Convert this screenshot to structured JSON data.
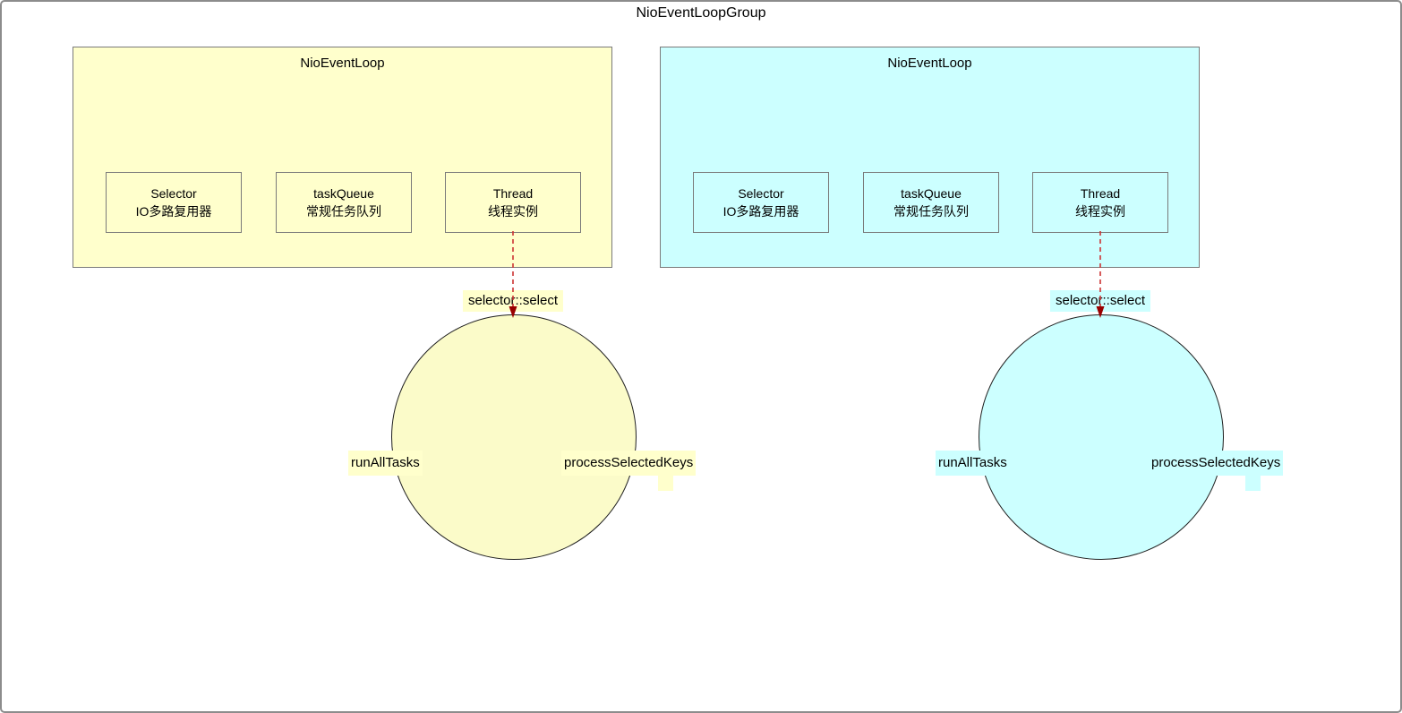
{
  "diagram": {
    "title": "NioEventLoopGroup",
    "colors": {
      "yellow_fill": "#FFFFCC",
      "cyan_fill": "#CCFFFF",
      "box_border": "#7A7A7A",
      "circle_border": "#1F1F1F",
      "arrow_line": "#CC3333",
      "arrow_head": "#990000"
    },
    "groups": [
      {
        "id": "left",
        "theme": "yellow",
        "title": "NioEventLoop",
        "components": [
          {
            "name": "Selector",
            "desc": "IO多路复用器"
          },
          {
            "name": "taskQueue",
            "desc": "常规任务队列"
          },
          {
            "name": "Thread",
            "desc": "线程实例"
          }
        ],
        "arrow_label": "selector::select",
        "loop": {
          "left_label": "runAllTasks",
          "right_label": "processSelectedKeys"
        }
      },
      {
        "id": "right",
        "theme": "cyan",
        "title": "NioEventLoop",
        "components": [
          {
            "name": "Selector",
            "desc": "IO多路复用器"
          },
          {
            "name": "taskQueue",
            "desc": "常规任务队列"
          },
          {
            "name": "Thread",
            "desc": "线程实例"
          }
        ],
        "arrow_label": "selector::select",
        "loop": {
          "left_label": "runAllTasks",
          "right_label": "processSelectedKeys"
        }
      }
    ]
  }
}
